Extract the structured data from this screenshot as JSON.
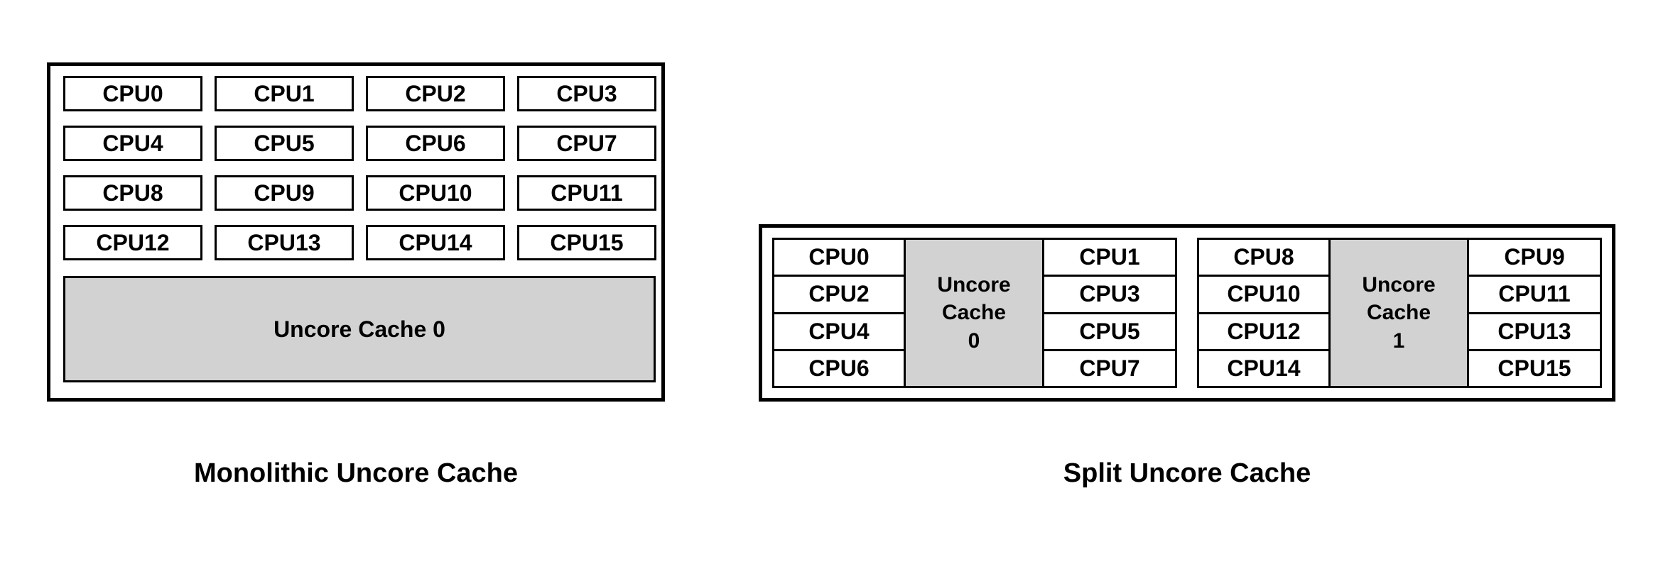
{
  "colors": {
    "background": "#ffffff",
    "border": "#000000",
    "cache_fill": "#d2d2d2",
    "text": "#000000"
  },
  "diagrams": [
    {
      "id": "monolithic",
      "caption": "Monolithic Uncore Cache",
      "layout": "grid-4x4-with-single-cache",
      "cpus": [
        "CPU0",
        "CPU1",
        "CPU2",
        "CPU3",
        "CPU4",
        "CPU5",
        "CPU6",
        "CPU7",
        "CPU8",
        "CPU9",
        "CPU10",
        "CPU11",
        "CPU12",
        "CPU13",
        "CPU14",
        "CPU15"
      ],
      "caches": [
        {
          "label": "Uncore Cache 0"
        }
      ]
    },
    {
      "id": "split",
      "caption": "Split Uncore Cache",
      "layout": "two-groups-cache-in-middle",
      "groups": [
        {
          "left_cpus": [
            "CPU0",
            "CPU2",
            "CPU4",
            "CPU6"
          ],
          "cache_lines": [
            "Uncore",
            "Cache",
            "0"
          ],
          "right_cpus": [
            "CPU1",
            "CPU3",
            "CPU5",
            "CPU7"
          ]
        },
        {
          "left_cpus": [
            "CPU8",
            "CPU10",
            "CPU12",
            "CPU14"
          ],
          "cache_lines": [
            "Uncore",
            "Cache",
            "1"
          ],
          "right_cpus": [
            "CPU9",
            "CPU11",
            "CPU13",
            "CPU15"
          ]
        }
      ]
    }
  ]
}
